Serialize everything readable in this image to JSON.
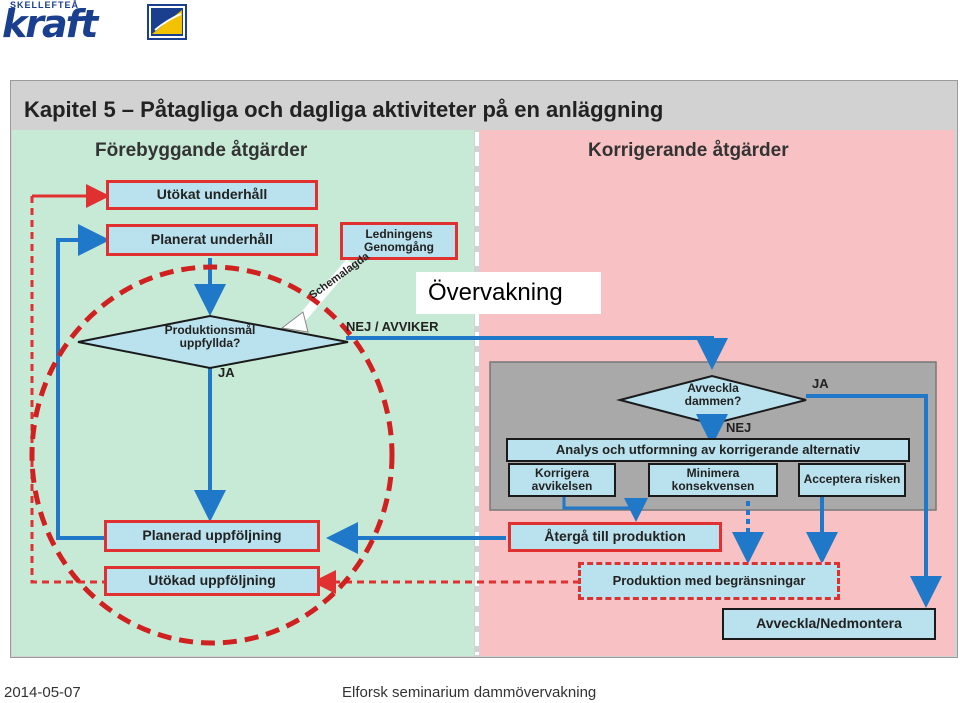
{
  "logo": {
    "top_text": "SKELLEFTEÅ",
    "main_text": "kraft"
  },
  "diagram": {
    "title": "Kapitel 5 – Påtagliga och dagliga aktiviteter på en anläggning",
    "left_section": "Förebyggande åtgärder",
    "right_section": "Korrigerande åtgärder",
    "boxes": {
      "utokat_underhall": "Utökat underhåll",
      "planerat_underhall": "Planerat underhåll",
      "ledningens_genomgang": "Ledningens Genomgång",
      "produktionsmal": "Produktionsmål uppfyllda?",
      "planerad_uppfoljning": "Planerad uppföljning",
      "utokad_uppfoljning": "Utökad uppföljning",
      "avveckla_dammen": "Avveckla dammen?",
      "analys": "Analys och utformning av korrigerande alternativ",
      "korrigera": "Korrigera avvikelsen",
      "minimera": "Minimera konsekvensen",
      "acceptera": "Acceptera risken",
      "atergaa": "Återgå till produktion",
      "produktion_begr": "Produktion med begränsningar",
      "avveckla_nedmontera": "Avveckla/Nedmontera"
    },
    "labels": {
      "schemalagda": "Schemalagda",
      "nej_avviker": "NEJ / AVVIKER",
      "ja_left": "JA",
      "ja_right": "JA",
      "nej_right": "NEJ"
    }
  },
  "overlay_label": "Övervakning",
  "footer": {
    "date": "2014-05-07",
    "event": "Elforsk seminarium dammövervakning"
  },
  "colors": {
    "left_bg": "#c7ead6",
    "right_bg": "#f8c2c4",
    "box_fill": "#b9e2ee",
    "box_border": "#e03030",
    "flow_blue": "#1f78c8",
    "circle": "#d0201f"
  }
}
